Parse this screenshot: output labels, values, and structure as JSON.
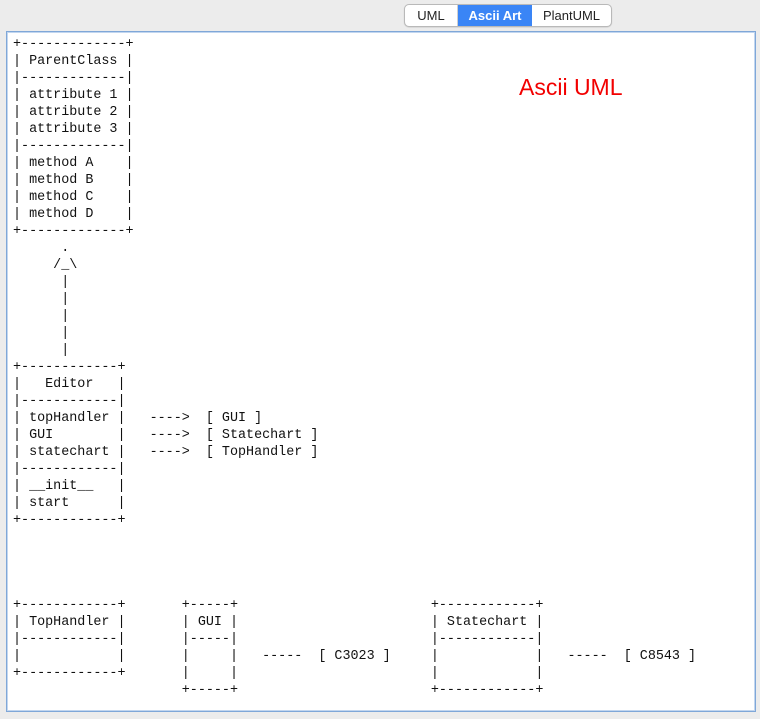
{
  "tabs": [
    {
      "label": "UML",
      "active": false
    },
    {
      "label": "Ascii Art",
      "active": true
    },
    {
      "label": "PlantUML",
      "active": false
    }
  ],
  "colors": {
    "active_tab": "#3a85f6",
    "heading": "#f20000",
    "canvas_border": "#7fa7d8"
  },
  "canvas": {
    "heading": "Ascii UML",
    "ascii_art": "+-------------+\n| ParentClass |\n|-------------|\n| attribute 1 |\n| attribute 2 |\n| attribute 3 |\n|-------------|\n| method A    |\n| method B    |\n| method C    |\n| method D    |\n+-------------+\n      .\n     /_\\\n      |\n      |\n      |\n      |\n      |\n+------------+\n|   Editor   |\n|------------|\n| topHandler |   ---->  [ GUI ]\n| GUI        |   ---->  [ Statechart ]\n| statechart |   ---->  [ TopHandler ]\n|------------|\n| __init__   |\n| start      |\n+------------+\n\n\n\n\n+------------+       +-----+                        +------------+\n| TopHandler |       | GUI |                        | Statechart |\n|------------|       |-----|                        |------------|\n|            |       |     |   -----  [ C3023 ]     |            |   -----  [ C8543 ]\n+------------+       |     |                        |            |\n                     +-----+                        +------------+"
  }
}
